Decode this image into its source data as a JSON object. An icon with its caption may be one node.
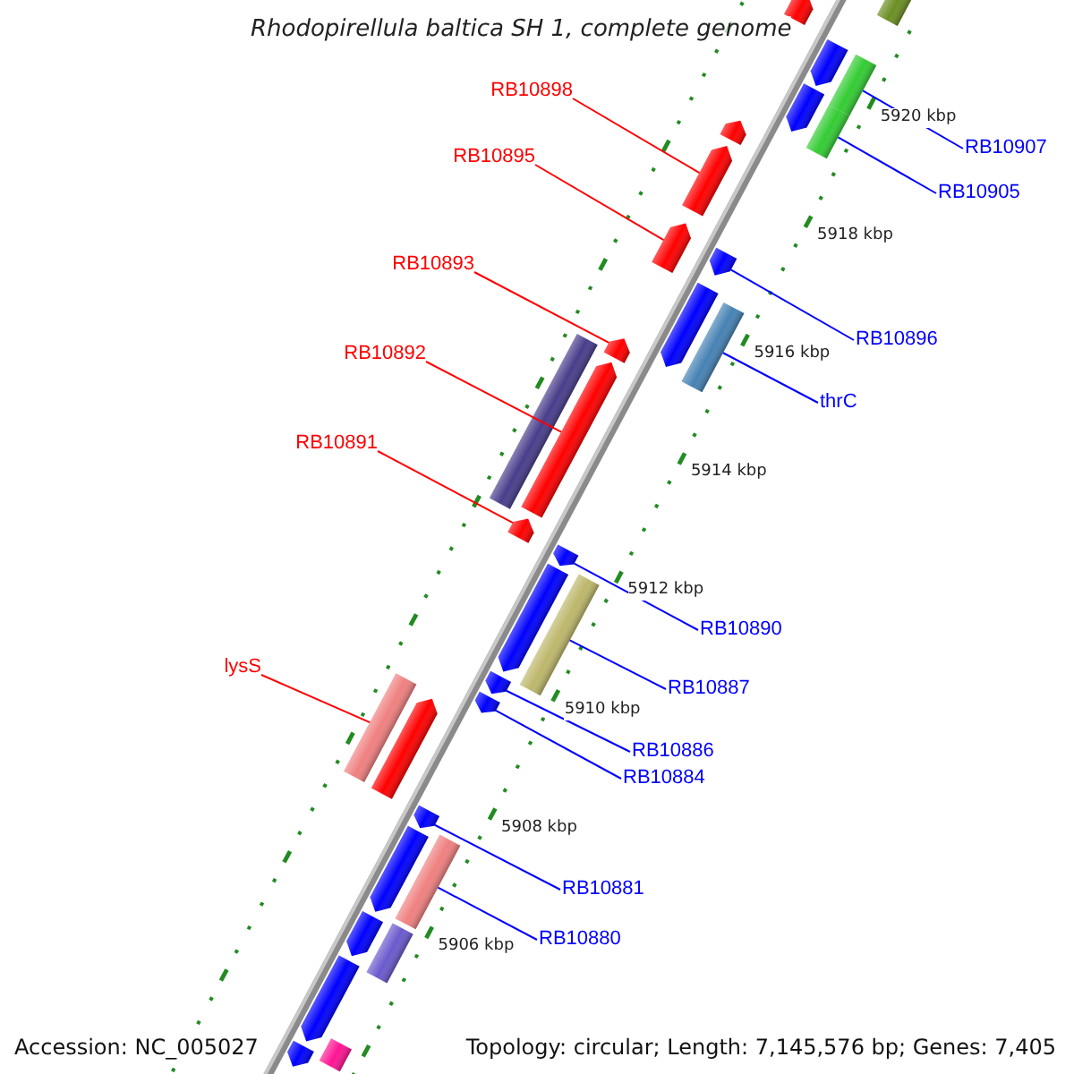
{
  "diagram": {
    "title": "Rhodopirellula baltica SH 1, complete genome",
    "nodes": [
      {
        "text": [
          "RB10898"
        ]
      },
      {
        "text": [
          "RB10895"
        ]
      },
      {
        "text": [
          "RB10893"
        ]
      },
      {
        "text": [
          "RB10892"
        ]
      },
      {
        "text": [
          "RB10891"
        ]
      },
      {
        "text": [
          "lysS"
        ]
      },
      {
        "text": [
          "RB10907"
        ]
      },
      {
        "text": [
          "RB10905"
        ]
      },
      {
        "text": [
          "RB10896"
        ]
      },
      {
        "text": [
          "thrC"
        ]
      },
      {
        "text": [
          "RB10890"
        ]
      },
      {
        "text": [
          "RB10887"
        ]
      },
      {
        "text": [
          "RB10886"
        ]
      },
      {
        "text": [
          "RB10884"
        ]
      },
      {
        "text": [
          "RB10881"
        ]
      },
      {
        "text": [
          "RB10880"
        ]
      },
      {
        "text": [],
        "shape": "bar"
      },
      {
        "text": [],
        "shape": "pentagon"
      },
      {
        "text": [],
        "shape": "pentagon"
      },
      {
        "text": [],
        "shape": "bar"
      },
      {
        "text": [],
        "shape": "pentagon"
      },
      {
        "text": [],
        "shape": "bar"
      },
      {
        "text": [],
        "shape": "pentagon"
      },
      {
        "text": [],
        "shape": "pentagon"
      },
      {
        "text": [],
        "shape": "pentagon"
      },
      {
        "text": [],
        "shape": "pentagon"
      },
      {
        "text": [],
        "shape": "pentagon"
      },
      {
        "text": [],
        "shape": "bar"
      },
      {
        "text": [],
        "shape": "pentagon"
      },
      {
        "text": [],
        "shape": "bar"
      },
      {
        "text": [],
        "shape": "pentagon"
      },
      {
        "text": [],
        "shape": "pentagon"
      },
      {
        "text": [],
        "shape": "pentagon"
      },
      {
        "text": [],
        "shape": "pentagon"
      },
      {
        "text": [],
        "shape": "bar"
      },
      {
        "text": [],
        "shape": "pentagon"
      },
      {
        "text": [],
        "shape": "pentagon"
      },
      {
        "text": [],
        "shape": "bar"
      },
      {
        "text": [],
        "shape": "pentagon"
      },
      {
        "text": [],
        "shape": "pentagon"
      },
      {
        "text": [],
        "shape": "pentagon"
      },
      {
        "text": [],
        "shape": "bar"
      },
      {
        "text": [],
        "shape": "pentagon"
      },
      {
        "text": [],
        "shape": "bar"
      },
      {
        "text": [],
        "shape": "pentagon"
      },
      {
        "text": [],
        "shape": "bar"
      },
      {
        "text": [],
        "shape": "pentagon"
      }
    ],
    "edges": [
      {
        "from": 0,
        "to": 23,
        "arrow": "none",
        "color": "#ff0000"
      },
      {
        "from": 1,
        "to": 25,
        "arrow": "none",
        "color": "#ff0000"
      },
      {
        "from": 2,
        "to": 28,
        "arrow": "none",
        "color": "#ff0000"
      },
      {
        "from": 3,
        "to": 30,
        "arrow": "none",
        "color": "#ff0000"
      },
      {
        "from": 4,
        "to": 31,
        "arrow": "none",
        "color": "#ff0000"
      },
      {
        "from": 5,
        "to": 37,
        "arrow": "none",
        "color": "#ff0000"
      },
      {
        "from": 6,
        "to": 19,
        "arrow": "none"
      },
      {
        "from": 7,
        "to": 21,
        "arrow": "none"
      },
      {
        "from": 8,
        "to": 24,
        "arrow": "none"
      },
      {
        "from": 9,
        "to": 27,
        "arrow": "none"
      },
      {
        "from": 10,
        "to": 32,
        "arrow": "none"
      },
      {
        "from": 11,
        "to": 34,
        "arrow": "none"
      },
      {
        "from": 12,
        "to": 35,
        "arrow": "none"
      },
      {
        "from": 13,
        "to": 36,
        "arrow": "none"
      },
      {
        "from": 14,
        "to": 39,
        "arrow": "none"
      },
      {
        "from": 15,
        "to": 41,
        "arrow": "none"
      }
    ],
    "labels": [
      "5920 kbp",
      "5918 kbp",
      "5916 kbp",
      "5914 kbp",
      "5912 kbp",
      "5910 kbp",
      "5908 kbp",
      "5906 kbp",
      "Accession: NC_005027",
      "Topology: circular; Length: 7,145,576 bp; Genes: 7,405"
    ]
  }
}
